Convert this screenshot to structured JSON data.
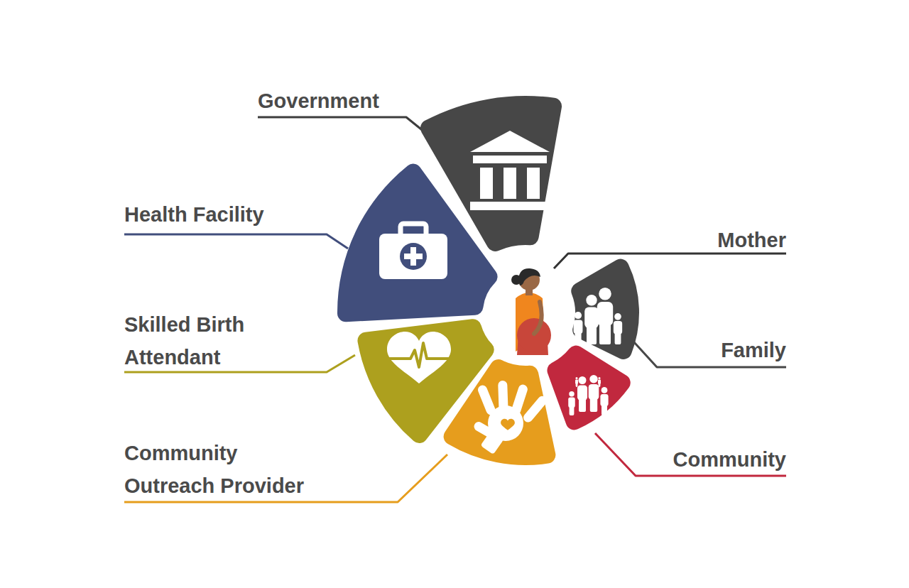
{
  "diagram": {
    "nodes": [
      {
        "text": [
          "Government"
        ]
      },
      {
        "text": [
          "Health Facility"
        ]
      },
      {
        "text": [
          "Skilled Birth Attendant"
        ]
      },
      {
        "text": [
          "Community Outreach Provider"
        ]
      },
      {
        "text": [
          "Mother"
        ]
      },
      {
        "text": [
          "Family"
        ]
      },
      {
        "text": [
          "Community"
        ]
      }
    ]
  }
}
